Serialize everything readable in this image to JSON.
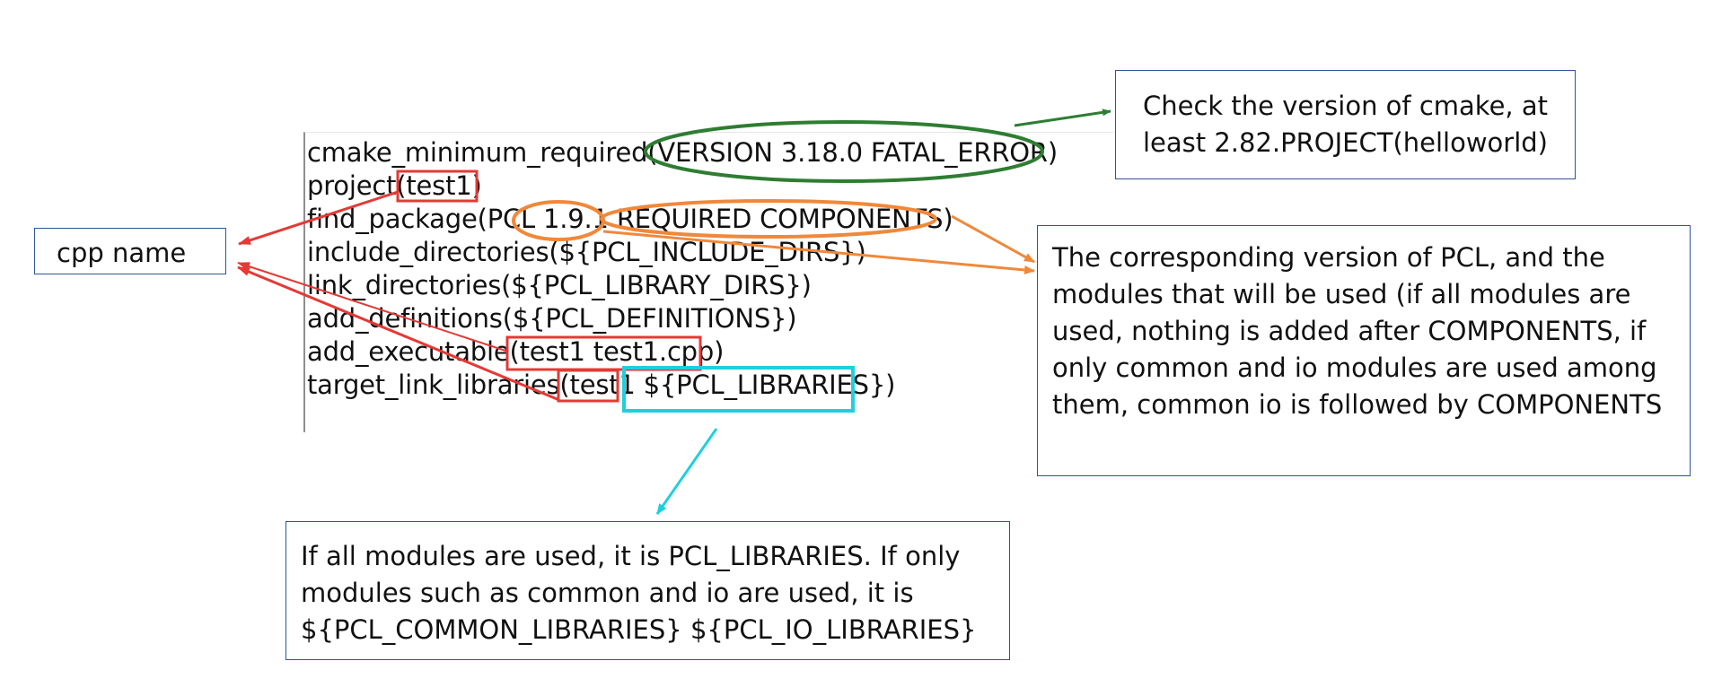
{
  "code": {
    "lines": [
      "cmake_minimum_required(VERSION 3.18.0 FATAL_ERROR)",
      "project(test1)",
      "find_package(PCL 1.9.1 REQUIRED COMPONENTS)",
      "include_directories(${PCL_INCLUDE_DIRS})",
      "link_directories(${PCL_LIBRARY_DIRS})",
      "add_definitions(${PCL_DEFINITIONS})",
      "add_executable(test1 test1.cpp)",
      "target_link_libraries(test1 ${PCL_LIBRARIES})"
    ]
  },
  "notes": {
    "cpp_name": "cpp name",
    "cmake_version": "Check the version of cmake, at least 2.82.PROJECT(helloworld)",
    "pcl_version": "The corresponding version of PCL, and the modules that will be used (if all modules are used, nothing is added after COMPONENTS, if only common and io modules are used among them, common io is followed by COMPONENTS",
    "pcl_libraries": "If all modules are used, it is PCL_LIBRARIES. If only modules such as common and io are used, it is ${PCL_COMMON_LIBRARIES} ${PCL_IO_LIBRARIES}"
  },
  "colors": {
    "green": "#2e7d32",
    "orange": "#f0883a",
    "red": "#e53935",
    "cyan": "#1fd0dc",
    "box_border": "#2f5597"
  }
}
